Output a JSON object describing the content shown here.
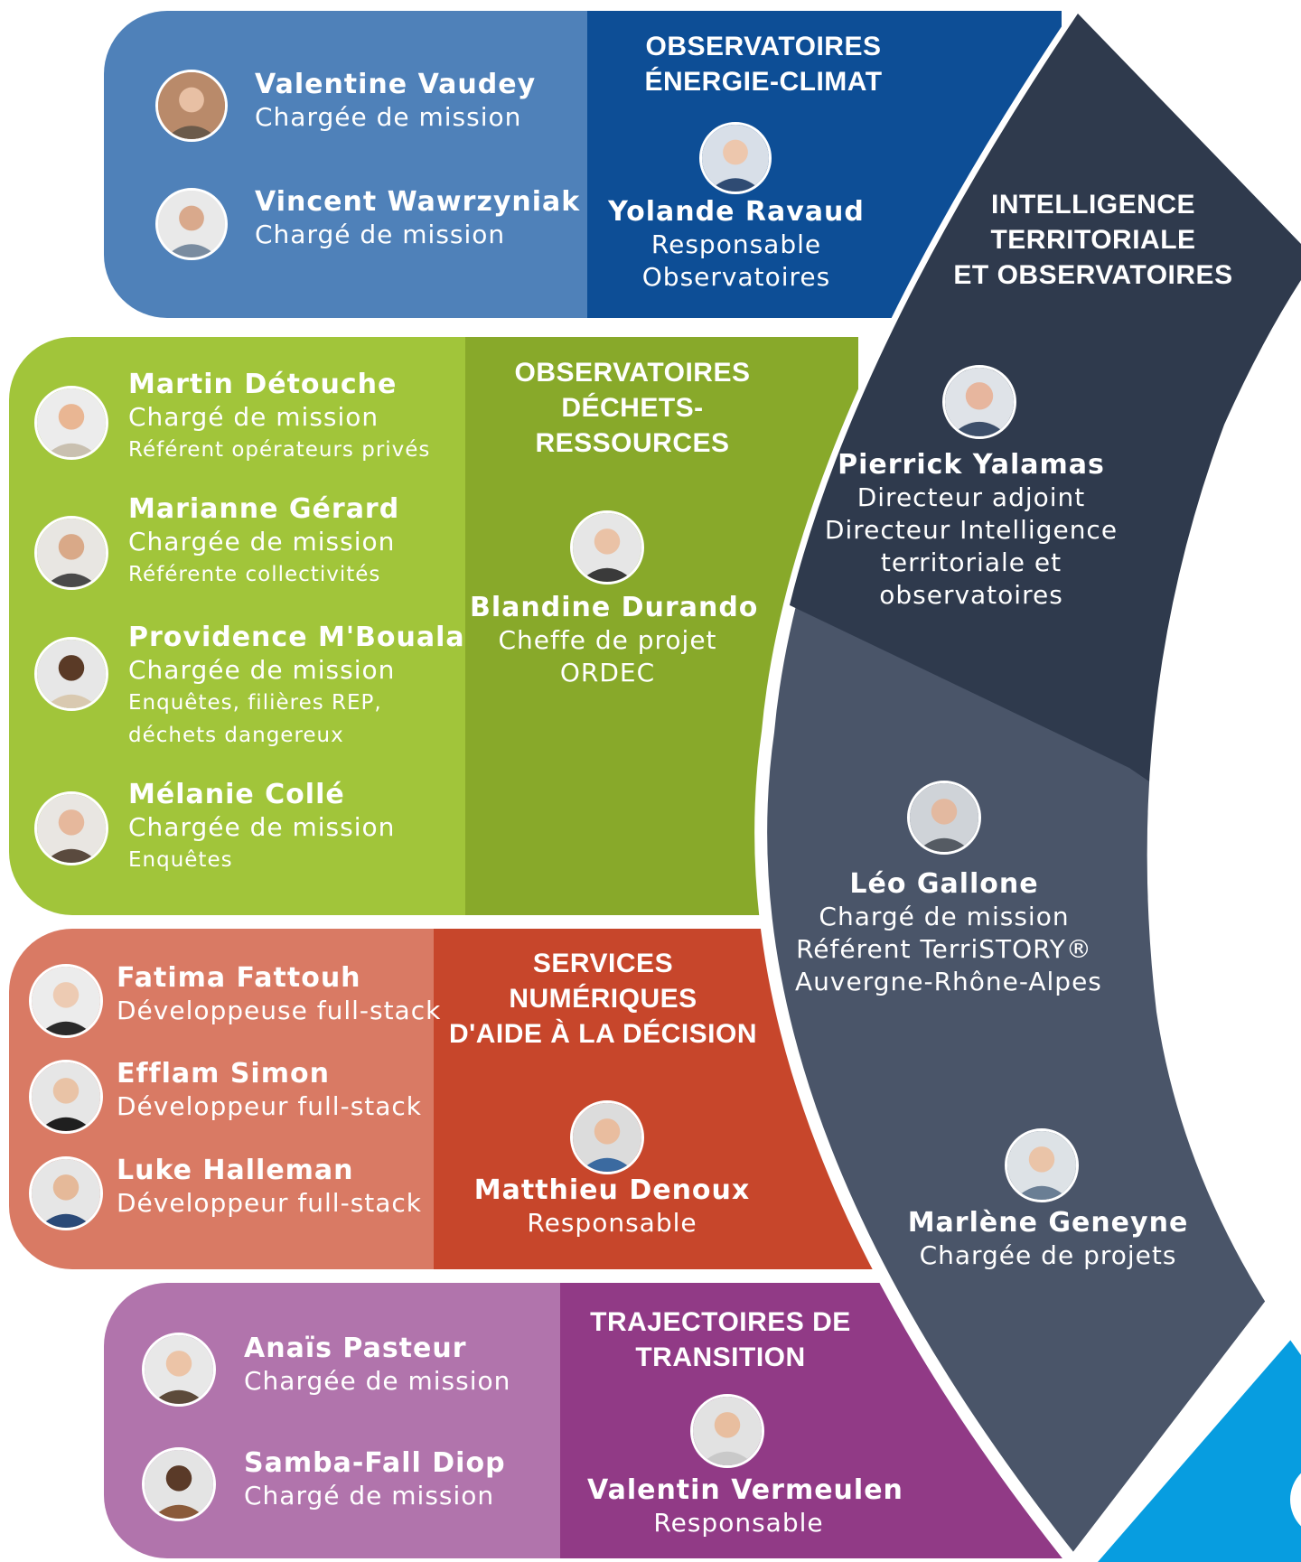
{
  "colors": {
    "blue_light": "#4f81b9",
    "blue_dark": "#0d4e96",
    "green_light": "#a1c53a",
    "green_dark": "#88a92a",
    "salmon_light": "#d97a64",
    "salmon_dark": "#c7462b",
    "purple_light": "#b174ac",
    "purple_dark": "#913a86",
    "slate_dark": "#2f3a4d",
    "slate_light": "#4a5569",
    "teal_edge": "#4aa39a",
    "green_edge": "#0f7b6a",
    "cyan_edge": "#079de0"
  },
  "energie": {
    "title_line1": "OBSERVATOIRES",
    "title_line2": "ÉNERGIE-CLIMAT",
    "lead": {
      "name": "Yolande Ravaud",
      "role1": "Responsable",
      "role2": "Observatoires",
      "icon": "person-avatar-icon"
    },
    "members": [
      {
        "name": "Valentine Vaudey",
        "role": "Chargée de mission",
        "icon": "person-avatar-icon"
      },
      {
        "name": "Vincent Wawrzyniak",
        "role": "Chargé de mission",
        "icon": "person-avatar-icon"
      }
    ]
  },
  "intelligence": {
    "title_line1": "INTELLIGENCE",
    "title_line2": "TERRITORIALE",
    "title_line3": "ET OBSERVATOIRES",
    "director": {
      "name": "Pierrick Yalamas",
      "role1": "Directeur adjoint",
      "role2": "Directeur Intelligence",
      "role3": "territoriale et",
      "role4": "observatoires"
    },
    "leo": {
      "name": "Léo Gallone",
      "role1": "Chargé de mission",
      "role2": "Référent TerriSTORY®",
      "role3": "Auvergne-Rhône-Alpes"
    },
    "marlene": {
      "name": "Marlène Geneyne",
      "role1": "Chargée de projets"
    }
  },
  "dechets": {
    "title_line1": "OBSERVATOIRES",
    "title_line2": "DÉCHETS-",
    "title_line3": "RESSOURCES",
    "lead": {
      "name": "Blandine Durando",
      "role1": "Cheffe de projet",
      "role2": "ORDEC"
    },
    "members": [
      {
        "name": "Martin Détouche",
        "role": "Chargé de mission",
        "note1": "Référent opérateurs privés",
        "note2": ""
      },
      {
        "name": "Marianne Gérard",
        "role": "Chargée de mission",
        "note1": "Référente collectivités",
        "note2": ""
      },
      {
        "name": "Providence M'Bouala",
        "role": "Chargée de mission",
        "note1": "Enquêtes, filières REP,",
        "note2": "déchets dangereux"
      },
      {
        "name": "Mélanie Collé",
        "role": "Chargée de mission",
        "note1": "Enquêtes",
        "note2": ""
      }
    ]
  },
  "numerique": {
    "title_line1": "SERVICES",
    "title_line2": "NUMÉRIQUES",
    "title_line3": "D'AIDE À LA DÉCISION",
    "lead": {
      "name": "Matthieu Denoux",
      "role1": "Responsable"
    },
    "members": [
      {
        "name": "Fatima Fattouh",
        "role": "Développeuse full-stack"
      },
      {
        "name": "Efflam Simon",
        "role": "Développeur full-stack"
      },
      {
        "name": "Luke Halleman",
        "role": "Développeur full-stack"
      }
    ]
  },
  "trajectoires": {
    "title_line1": "TRAJECTOIRES DE",
    "title_line2": "TRANSITION",
    "lead": {
      "name": "Valentin Vermeulen",
      "role1": "Responsable"
    },
    "members": [
      {
        "name": "Anaïs Pasteur",
        "role": "Chargée de mission"
      },
      {
        "name": "Samba-Fall Diop",
        "role": "Chargé de mission"
      }
    ]
  }
}
